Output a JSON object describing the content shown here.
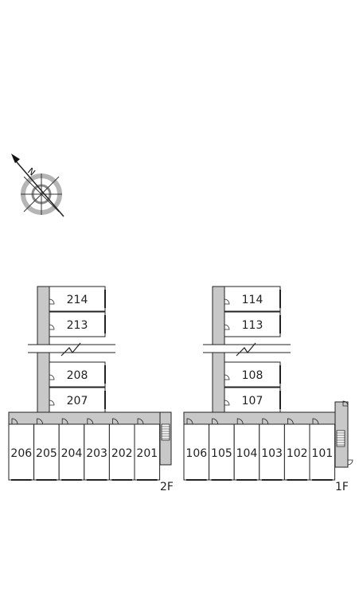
{
  "compass": {
    "icon": "north-compass-icon",
    "north_label": "N"
  },
  "colors": {
    "corridor": "#c8c8c8",
    "line": "#222222",
    "room_fill": "#ffffff"
  },
  "floors": [
    {
      "id": "2f",
      "label": "2F",
      "wing_rooms": [
        "214",
        "213",
        "208",
        "207"
      ],
      "row_rooms": [
        "206",
        "205",
        "204",
        "203",
        "202",
        "201"
      ]
    },
    {
      "id": "1f",
      "label": "1F",
      "wing_rooms": [
        "114",
        "113",
        "108",
        "107"
      ],
      "row_rooms": [
        "106",
        "105",
        "104",
        "103",
        "102",
        "101"
      ]
    }
  ]
}
